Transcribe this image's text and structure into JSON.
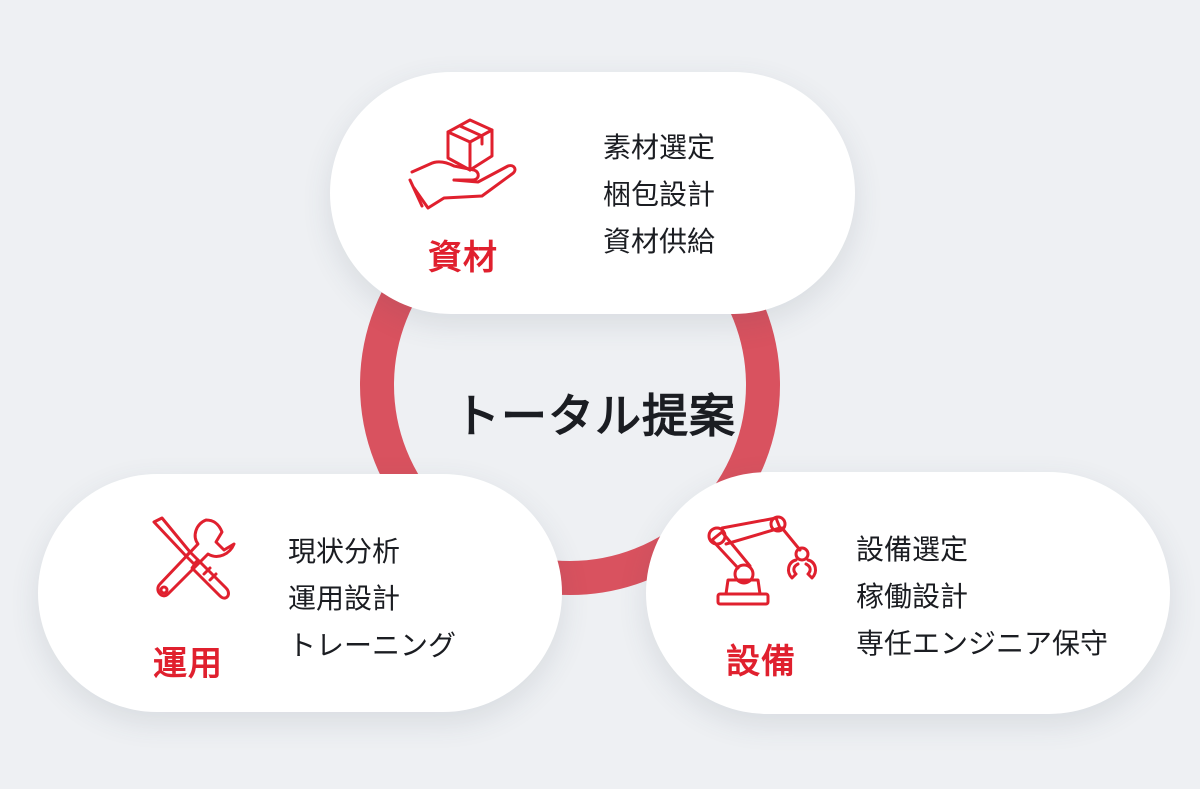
{
  "center": {
    "title": "トータル提案"
  },
  "pills": {
    "materials": {
      "label": "資材",
      "icon": "box-on-hand-icon",
      "items": [
        "素材選定",
        "梱包設計",
        "資材供給"
      ]
    },
    "operation": {
      "label": "運用",
      "icon": "wrench-screwdriver-icon",
      "items": [
        "現状分析",
        "運用設計",
        "トレーニング"
      ]
    },
    "equipment": {
      "label": "設備",
      "icon": "robot-arm-icon",
      "items": [
        "設備選定",
        "稼働設計",
        "専任エンジニア保守"
      ]
    }
  },
  "colors": {
    "accent": "#e0202e",
    "ring": "#d9525f",
    "background": "#eef0f3",
    "text": "#1b1d22"
  }
}
